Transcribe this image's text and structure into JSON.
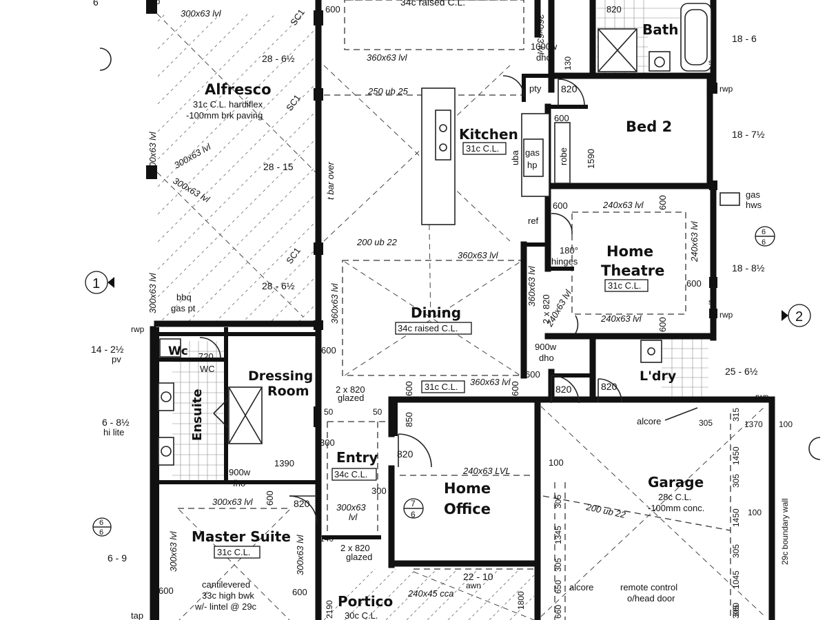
{
  "rooms": {
    "dining_top": {
      "name": "",
      "note": "34c raised C.L."
    },
    "bath": {
      "name": "Bath"
    },
    "alfresco": {
      "name": "Alfresco",
      "note1": "31c C.L. hardiflex",
      "note2": "-100mm brk paving"
    },
    "kitchen": {
      "name": "Kitchen",
      "ceiling": "31c C.L."
    },
    "bed2": {
      "name": "Bed 2"
    },
    "home_theatre": {
      "name1": "Home",
      "name2": "Theatre",
      "ceiling": "31c C.L."
    },
    "dining": {
      "name": "Dining",
      "ceiling": "34c raised C.L."
    },
    "wc": {
      "name": "Wc",
      "sub": "WC"
    },
    "dressing": {
      "name1": "Dressing",
      "name2": "Room"
    },
    "ensuite": {
      "name": "Ensuite"
    },
    "entry": {
      "name": "Entry",
      "ceiling": "34c C.L."
    },
    "laundry": {
      "name": "L'dry"
    },
    "garage": {
      "name": "Garage",
      "note1": "28c C.L.",
      "note2": "-100mm conc."
    },
    "home_office": {
      "name1": "Home",
      "name2": "Office"
    },
    "master": {
      "name": "Master Suite",
      "ceiling": "31c C.L.",
      "note1": "cantilevered",
      "note2": "33c high bwk",
      "note3": "w/- lintel @ 29c"
    },
    "portico": {
      "name": "Portico",
      "ceiling": "30c C.L."
    }
  },
  "beams": {
    "b1": "300x63 lvl",
    "b2": "360x63 lvl",
    "b3": "250 ub 25",
    "b4": "200 ub 22",
    "b5": "360x63 lvl",
    "b6": "240x63 lvl",
    "b7": "240x63 lvl",
    "b8": "240x63 lvl",
    "b9": "240x63 LVL",
    "b10": "200 ub 22",
    "b11": "300x63 lvl",
    "b12": "300x63 lvl",
    "b13": "300x63 lvl",
    "b14": "300x63",
    "b15": "lvl",
    "b16": "240x45 cca",
    "b17": "360x63 lvl",
    "b18": "360x63 lvl",
    "b19": "360x63 lvl",
    "b20": "300x63 lvl",
    "b21": "300x63 lvl",
    "b22": "300x63 lvl",
    "b23": "240x63 lvl",
    "b24": "300x63 lvl",
    "b25": "t bar over",
    "b26": "360x63 lvl",
    "b27": "240x63 lvl",
    "b28": "300x63 lvl"
  },
  "dims": {
    "d600a": "600",
    "d820a": "820",
    "d1000": "1000w",
    "dho": "dho",
    "d130": "130",
    "pty": "pty",
    "d820b": "820",
    "d600b": "600",
    "d1590": "1590",
    "robe": "robe",
    "gas": "gas",
    "hp": "hp",
    "uba": "uba",
    "ref": "ref",
    "d600c": "600",
    "d600d": "600",
    "hinges1": "180°",
    "hinges2": "hinges",
    "d600e": "600",
    "d600f": "600",
    "d2x820": "2 x 820",
    "d900w": "900w",
    "dho2": "dho",
    "d600g": "600",
    "d820c": "820",
    "d820d": "820",
    "d600h": "600",
    "d600i": "600",
    "d31cl": "31c C.L.",
    "d600j": "600",
    "d2x820b": "2 x 820",
    "glazed": "glazed",
    "d50a": "50",
    "d50b": "50",
    "d850": "850",
    "d820e": "820",
    "d300a": "300",
    "d300b": "300",
    "d720": "720",
    "d1390": "1390",
    "d900wb": "900w",
    "fho": "fho",
    "d600k": "600",
    "d820f": "820",
    "d140": "140",
    "d2x820c": "2 x 820",
    "glazed2": "glazed",
    "d600l": "600",
    "d600m": "600",
    "d100a": "100",
    "d305a": "305",
    "d315": "315",
    "d1370": "1370",
    "d100b": "100",
    "d1450a": "1450",
    "d305b": "305",
    "d1450b": "1450",
    "d100c": "100",
    "d305c": "305",
    "d1345": "1345",
    "d305d": "305",
    "d650": "650",
    "d1045": "1045",
    "d305e": "305",
    "d660": "660",
    "d1800": "1800",
    "d2190": "2190",
    "d360": "360",
    "d660b": "660",
    "d22": "22 - 10",
    "awn": "awn",
    "alcore1": "alcore",
    "alcore2": "alcore",
    "remote1": "remote control",
    "remote2": "o/head door",
    "boundary": "29c boundary wall",
    "d1060": "360",
    "d305f": "305"
  },
  "levels": {
    "l1": "28 - 6½",
    "l2": "28 - 15",
    "l3": "28 - 6½",
    "l4": "18 - 6",
    "l5": "18 - 7½",
    "l6": "18 - 8½",
    "l7": "25 - 6½",
    "l8": "14 - 2½",
    "l8b": "pv",
    "l9": "6 - 8½",
    "l9b": "hi lite",
    "l10": "6 - 9"
  },
  "tags": {
    "rwp1": "rwp",
    "rwp2": "rwp",
    "rwp3": "rwp",
    "rwp4": "rwp",
    "rwp5": "rwp",
    "sc1": "SC1",
    "sc2": "SC1",
    "sc3": "SC1",
    "bbq1": "bbq",
    "bbq2": "gas pt",
    "gashws1": "gas",
    "gashws2": "hws",
    "tap": "tap",
    "s1": "s",
    "s2": "s"
  },
  "markers": {
    "m1": "1",
    "m2": "2",
    "m6a": "6",
    "m6b": "6",
    "m6c": "6",
    "m6d": "6",
    "m6e": "6",
    "m7": "7",
    "m6f": "6"
  }
}
